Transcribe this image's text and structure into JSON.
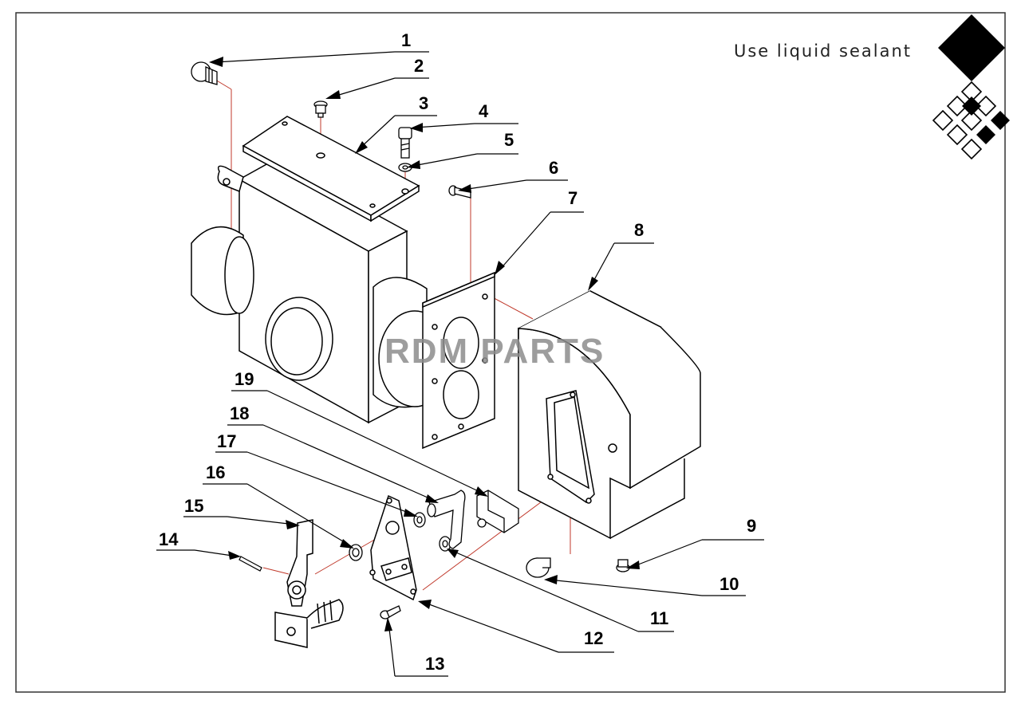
{
  "note": "Use liquid sealant",
  "watermark": "RDM PARTS",
  "callouts": [
    "1",
    "2",
    "3",
    "4",
    "5",
    "6",
    "7",
    "8",
    "9",
    "10",
    "11",
    "12",
    "13",
    "14",
    "15",
    "16",
    "17",
    "18",
    "19"
  ]
}
